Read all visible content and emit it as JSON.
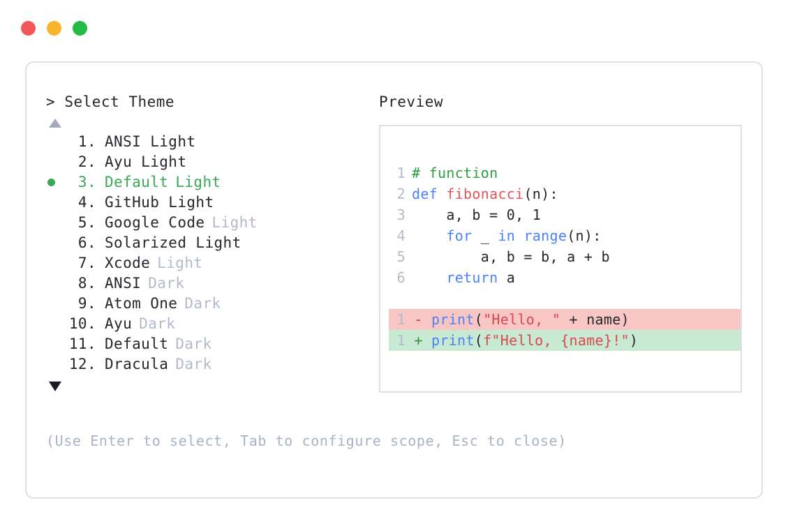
{
  "window": {
    "traffic_lights": [
      {
        "name": "close-button",
        "color": "#f1585a"
      },
      {
        "name": "minimize-button",
        "color": "#f7b52c"
      },
      {
        "name": "maximize-button",
        "color": "#22bb44"
      }
    ]
  },
  "selector": {
    "prompt_caret": ">",
    "prompt_label": "Select Theme",
    "scroll_up_icon": "triangle-up-icon",
    "scroll_down_icon": "triangle-down-icon",
    "selected_index": 3,
    "selected_color": "#3aa757",
    "variant_color": "#b3bacb",
    "items": [
      {
        "index": "1.",
        "name": "ANSI Light",
        "variant": "",
        "variant_inline": true,
        "selected": false
      },
      {
        "index": "2.",
        "name": "Ayu Light",
        "variant": "",
        "variant_inline": true,
        "selected": false
      },
      {
        "index": "3.",
        "name": "Default",
        "variant": "Light",
        "variant_inline": false,
        "selected": true
      },
      {
        "index": "4.",
        "name": "GitHub Light",
        "variant": "",
        "variant_inline": true,
        "selected": false
      },
      {
        "index": "5.",
        "name": "Google Code",
        "variant": "Light",
        "variant_inline": false,
        "selected": false
      },
      {
        "index": "6.",
        "name": "Solarized Light",
        "variant": "",
        "variant_inline": true,
        "selected": false
      },
      {
        "index": "7.",
        "name": "Xcode",
        "variant": "Light",
        "variant_inline": false,
        "selected": false
      },
      {
        "index": "8.",
        "name": "ANSI",
        "variant": "Dark",
        "variant_inline": false,
        "selected": false
      },
      {
        "index": "9.",
        "name": "Atom One",
        "variant": "Dark",
        "variant_inline": false,
        "selected": false
      },
      {
        "index": "10.",
        "name": "Ayu",
        "variant": "Dark",
        "variant_inline": false,
        "selected": false
      },
      {
        "index": "11.",
        "name": "Default",
        "variant": "Dark",
        "variant_inline": false,
        "selected": false
      },
      {
        "index": "12.",
        "name": "Dracula",
        "variant": "Dark",
        "variant_inline": false,
        "selected": false
      }
    ]
  },
  "preview": {
    "label": "Preview",
    "code_lines": [
      {
        "num": "1",
        "tokens": [
          {
            "t": "# function",
            "c": "tk-comment"
          }
        ]
      },
      {
        "num": "2",
        "tokens": [
          {
            "t": "def",
            "c": "tk-kw"
          },
          {
            "t": " ",
            "c": "tk-plain"
          },
          {
            "t": "fibonacci",
            "c": "tk-fn"
          },
          {
            "t": "(n):",
            "c": "tk-plain"
          }
        ]
      },
      {
        "num": "3",
        "tokens": [
          {
            "t": "    a, b = 0, 1",
            "c": "tk-plain"
          }
        ]
      },
      {
        "num": "4",
        "tokens": [
          {
            "t": "    ",
            "c": "tk-plain"
          },
          {
            "t": "for",
            "c": "tk-kw"
          },
          {
            "t": " _ ",
            "c": "tk-plain"
          },
          {
            "t": "in",
            "c": "tk-kw"
          },
          {
            "t": " ",
            "c": "tk-plain"
          },
          {
            "t": "range",
            "c": "tk-builtin"
          },
          {
            "t": "(n):",
            "c": "tk-plain"
          }
        ]
      },
      {
        "num": "5",
        "tokens": [
          {
            "t": "        a, b = b, a + b",
            "c": "tk-plain"
          }
        ]
      },
      {
        "num": "6",
        "tokens": [
          {
            "t": "    ",
            "c": "tk-plain"
          },
          {
            "t": "return",
            "c": "tk-kw"
          },
          {
            "t": " a",
            "c": "tk-plain"
          }
        ]
      }
    ],
    "diff_lines": [
      {
        "num": "1",
        "kind": "del",
        "marker": "-",
        "bg": "#f9c6c6",
        "tokens": [
          {
            "t": "print",
            "c": "tk-builtin"
          },
          {
            "t": "(",
            "c": "tk-plain"
          },
          {
            "t": "\"Hello, \"",
            "c": "tk-str"
          },
          {
            "t": " + name)",
            "c": "tk-plain"
          }
        ]
      },
      {
        "num": "1",
        "kind": "add",
        "marker": "+",
        "bg": "#c8e9d2",
        "tokens": [
          {
            "t": "print",
            "c": "tk-builtin"
          },
          {
            "t": "(",
            "c": "tk-plain"
          },
          {
            "t": "f\"Hello, {name}!\"",
            "c": "tk-str"
          },
          {
            "t": ")",
            "c": "tk-plain"
          }
        ]
      }
    ]
  },
  "footer": {
    "hint": "(Use Enter to select, Tab to configure scope, Esc to close)"
  }
}
